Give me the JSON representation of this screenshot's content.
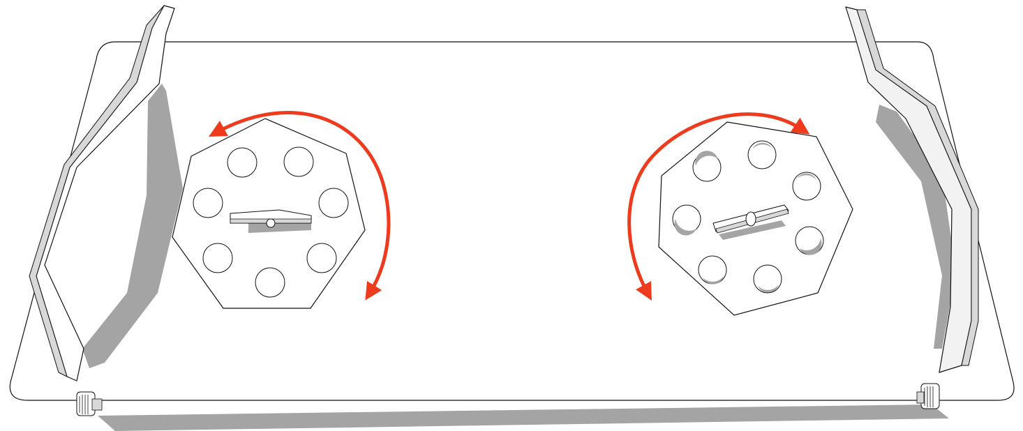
{
  "diagram": {
    "colors": {
      "background": "#ffffff",
      "outline": "#111111",
      "shadow": "#a4a4a4",
      "panel_face": "#f2f2f2",
      "panel_edge": "#d8d8d8",
      "arrow": "#ee3a1d"
    },
    "components": [
      {
        "name": "base-board"
      },
      {
        "name": "left-handle"
      },
      {
        "name": "right-handle"
      },
      {
        "name": "left-octagon-disc",
        "hole_count": 7
      },
      {
        "name": "right-octagon-disc",
        "hole_count": 7
      },
      {
        "name": "left-thumb-screw"
      },
      {
        "name": "right-thumb-screw"
      }
    ],
    "rotation_arrows": [
      {
        "name": "left-rotation-arrow",
        "direction": "clockwise"
      },
      {
        "name": "right-rotation-arrow",
        "direction": "counter-clockwise"
      }
    ]
  }
}
